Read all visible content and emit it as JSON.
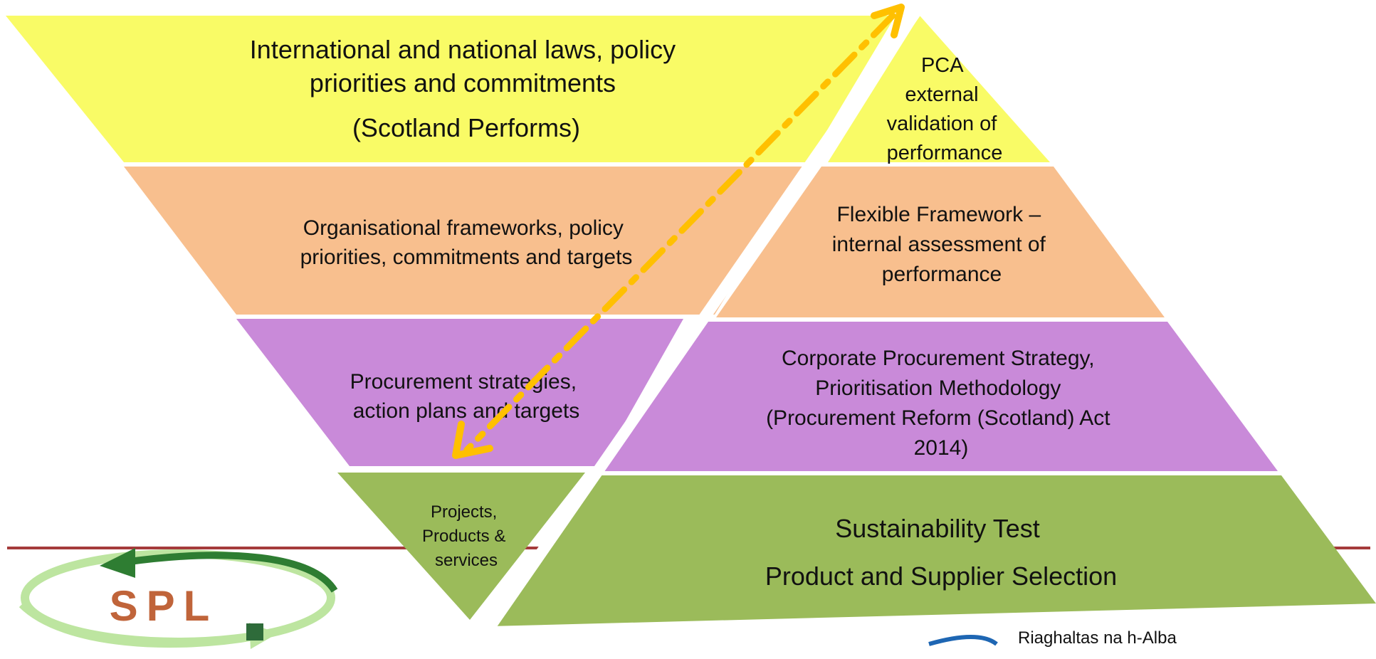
{
  "colors": {
    "yellow": "#F9FB66",
    "peach": "#F8BF8E",
    "purple": "#C98AD9",
    "green": "#9BBB5A",
    "arrow": "#FFC000",
    "divider": "#A53B3B",
    "logo_rust": "#C0643A",
    "logo_green": "#2E7D32",
    "logo_light_green": "#BDE5A0",
    "logo_square": "#2E6B3A",
    "partner_blue": "#1E66B3"
  },
  "inverted_pyramid": {
    "tier1": {
      "lines": [
        "International and national laws, policy",
        "priorities and commitments",
        "(Scotland Performs)"
      ]
    },
    "tier2": {
      "lines": [
        "Organisational frameworks, policy",
        "priorities, commitments and targets"
      ]
    },
    "tier3": {
      "lines": [
        "Procurement strategies,",
        "action plans and targets"
      ]
    },
    "tier4": {
      "lines": [
        "Projects,",
        "Products &",
        "services"
      ]
    }
  },
  "pyramid": {
    "tier1": {
      "lines": [
        "PCA",
        "external",
        "validation of",
        "performance"
      ]
    },
    "tier2": {
      "lines": [
        "Flexible Framework –",
        "internal assessment of",
        "performance"
      ]
    },
    "tier3": {
      "lines": [
        "Corporate Procurement Strategy,",
        "Prioritisation Methodology",
        "(Procurement Reform (Scotland) Act",
        "2014)"
      ]
    },
    "tier4": {
      "lines": [
        "Sustainability Test",
        "Product and Supplier Selection"
      ]
    }
  },
  "logo": {
    "text": "SPL"
  },
  "partner_logo": {
    "text": "Riaghaltas na h-Alba"
  },
  "arrow": {
    "style": "dash-dot",
    "direction": "bidirectional"
  }
}
